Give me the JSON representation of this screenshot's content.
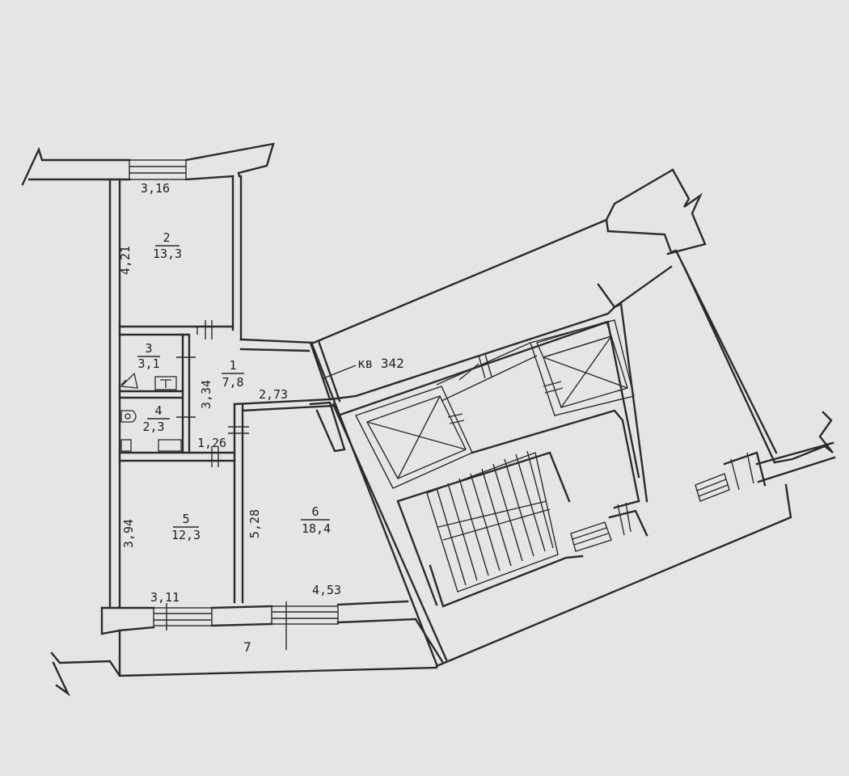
{
  "plan": {
    "apartment_label": "кв 342",
    "rooms": [
      {
        "number": "1",
        "area": "7,8"
      },
      {
        "number": "2",
        "area": "13,3"
      },
      {
        "number": "3",
        "area": "3,1"
      },
      {
        "number": "4",
        "area": "2,3"
      },
      {
        "number": "5",
        "area": "12,3"
      },
      {
        "number": "6",
        "area": "18,4"
      },
      {
        "number": "7",
        "area": ""
      }
    ],
    "dimensions": {
      "room2_width": "3,16",
      "room2_length": "4,21",
      "hall_length": "3,34",
      "hall_width": "2,73",
      "bath_width": "1,26",
      "room5_length": "3,94",
      "room5_width": "3,11",
      "room6_length": "5,28",
      "room6_width": "4,53"
    }
  }
}
